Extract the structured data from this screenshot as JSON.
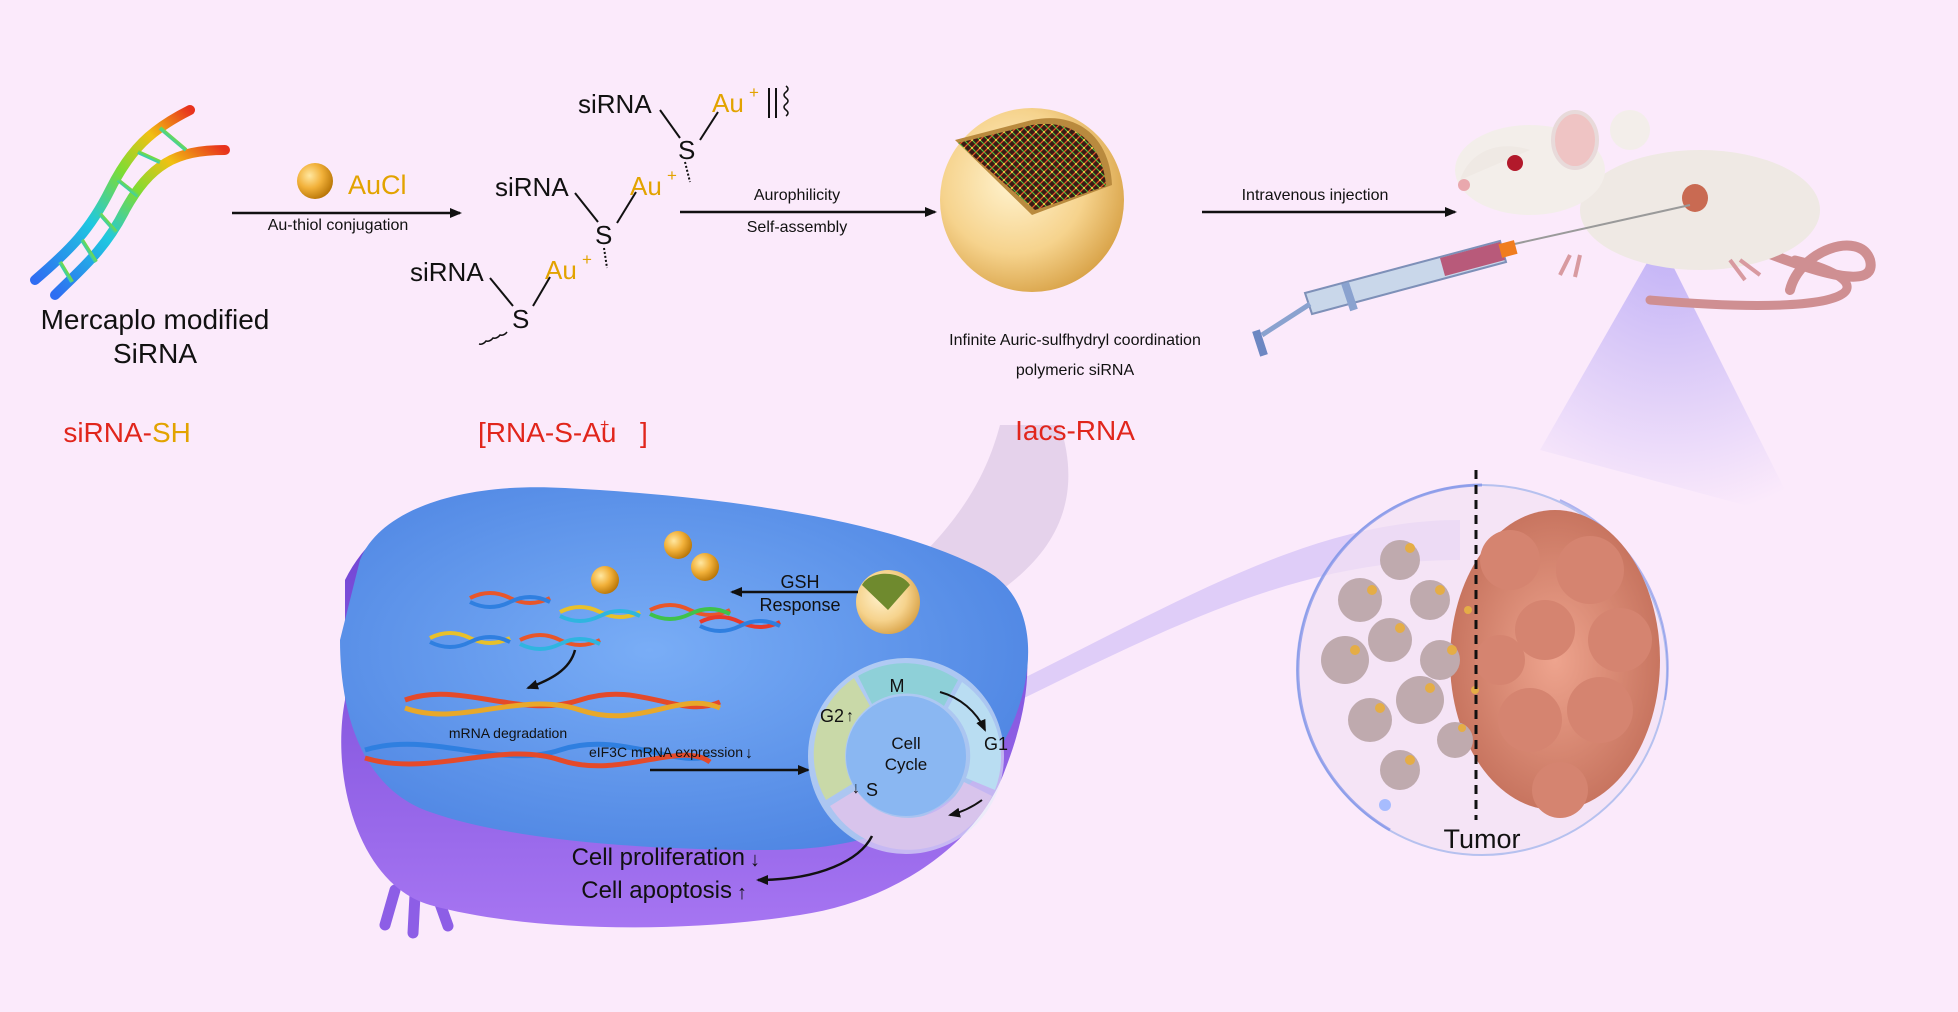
{
  "colors": {
    "background": "#fbeafb",
    "label_red": "#e1261c",
    "gold": "#e2a300",
    "cell_membrane": "#8f5ce8",
    "cytoplasm": "#5f97ee",
    "tumor": "#d98a74"
  },
  "step1": {
    "caption_line1": "Mercaplo modified",
    "caption_line2": "SiRNA",
    "name_a": "siRNA-",
    "name_b": "SH"
  },
  "arrow1": {
    "reagent": "AuCl",
    "label": "Au-thiol conjugation"
  },
  "complex": {
    "sirna": "siRNA",
    "s": "S",
    "au": "Au",
    "plus": "+",
    "name": "[RNA-S-Au",
    "name_sup": "+",
    "name_end": "]"
  },
  "arrow2": {
    "label_top": "Aurophilicity",
    "label_bottom": "Self-assembly"
  },
  "nanoparticle": {
    "caption_line1": "Infinite Auric-sulfhydryl coordination",
    "caption_line2": "polymeric siRNA",
    "name": "Iacs-RNA"
  },
  "arrow3": {
    "label": "Intravenous injection"
  },
  "tumor": {
    "label": "Tumor"
  },
  "cell": {
    "gsh_line1": "GSH",
    "gsh_line2": "Response",
    "mrna_degradation": "mRNA degradation",
    "eif3c": "eIF3C mRNA expression",
    "down": "↓",
    "up": "↑",
    "cycle_line1": "Cell",
    "cycle_line2": "Cycle",
    "phase_m": "M",
    "phase_g1": "G1",
    "phase_s": "S",
    "phase_g2": "G2",
    "prolif": "Cell proliferation",
    "apop": "Cell apoptosis"
  }
}
